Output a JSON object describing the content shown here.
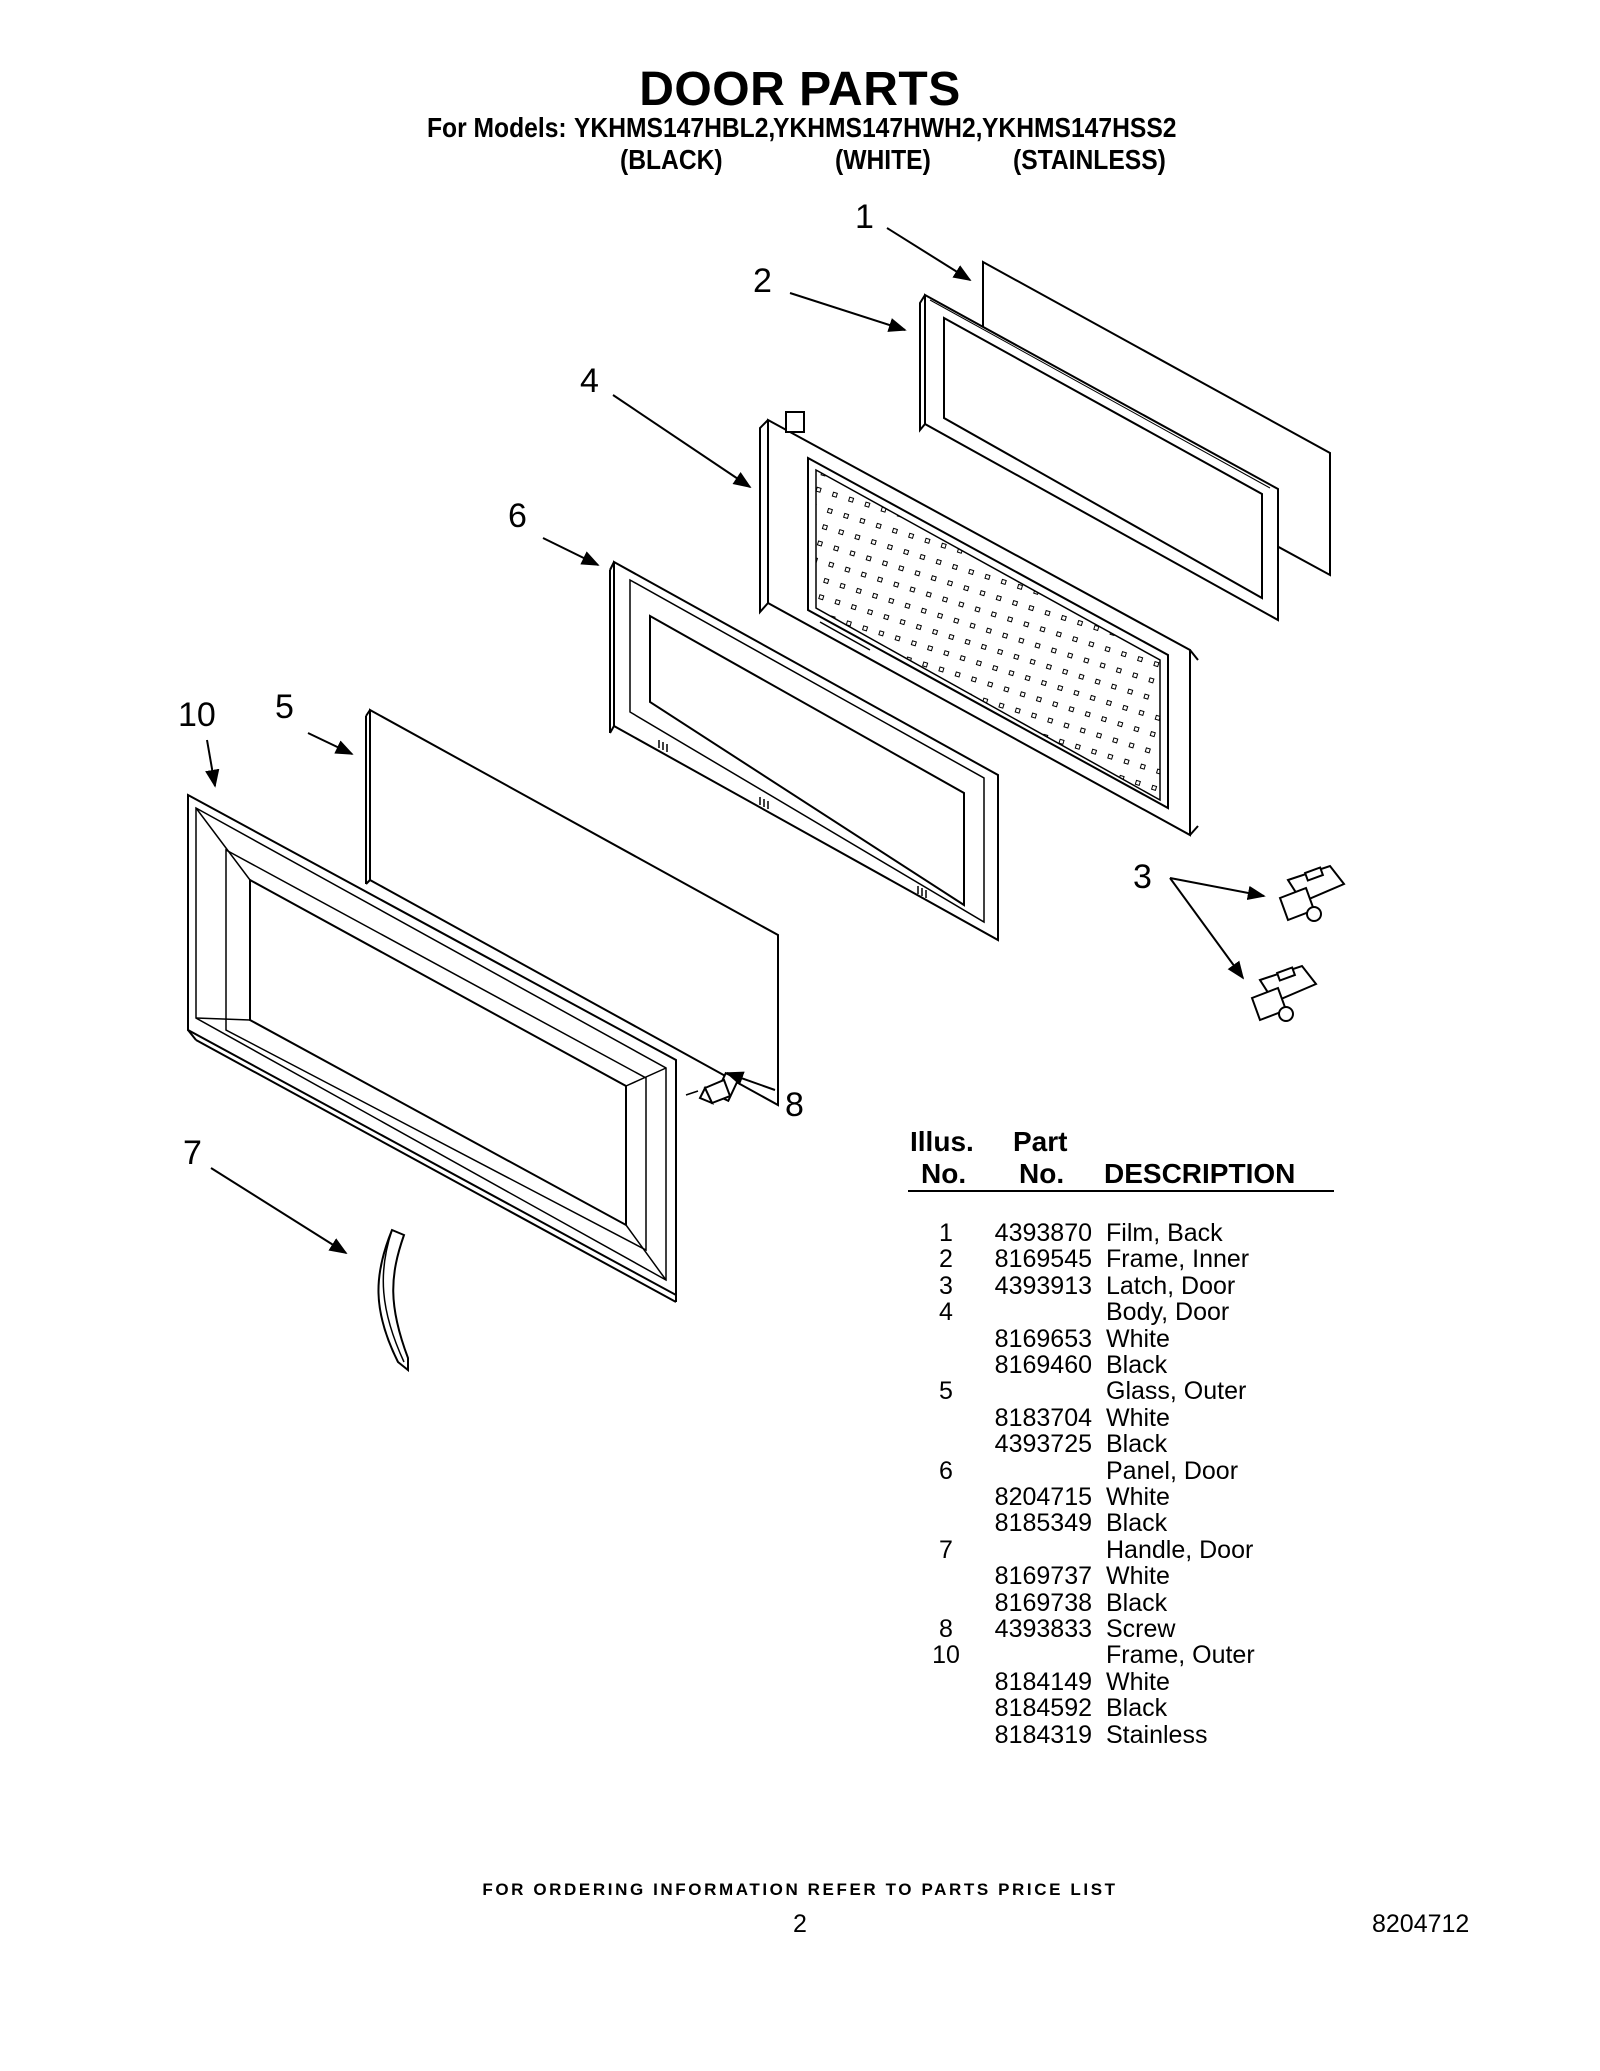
{
  "header": {
    "title": "DOOR PARTS",
    "models_prefix": "For Models:",
    "models": [
      "YKHMS147HBL2,",
      "YKHMS147HWH2,",
      "YKHMS147HSS2"
    ],
    "variants": [
      "(BLACK)",
      "(WHITE)",
      "(STAINLESS)"
    ]
  },
  "diagram": {
    "callouts": [
      "1",
      "2",
      "3",
      "4",
      "5",
      "6",
      "7",
      "8",
      "10"
    ]
  },
  "table": {
    "headers": {
      "illus_line1": "Illus.",
      "illus_line2": "No.",
      "part_line1": "Part",
      "part_line2": "No.",
      "description": "DESCRIPTION"
    },
    "rows": [
      {
        "no": "1",
        "part": "4393870",
        "desc": "Film, Back"
      },
      {
        "no": "2",
        "part": "8169545",
        "desc": "Frame, Inner"
      },
      {
        "no": "3",
        "part": "4393913",
        "desc": "Latch, Door"
      },
      {
        "no": "4",
        "part": "",
        "desc": "Body, Door"
      },
      {
        "no": "",
        "part": "8169653",
        "desc": "White"
      },
      {
        "no": "",
        "part": "8169460",
        "desc": "Black"
      },
      {
        "no": "5",
        "part": "",
        "desc": "Glass, Outer"
      },
      {
        "no": "",
        "part": "8183704",
        "desc": "White"
      },
      {
        "no": "",
        "part": "4393725",
        "desc": "Black"
      },
      {
        "no": "6",
        "part": "",
        "desc": "Panel, Door"
      },
      {
        "no": "",
        "part": "8204715",
        "desc": "White"
      },
      {
        "no": "",
        "part": "8185349",
        "desc": "Black"
      },
      {
        "no": "7",
        "part": "",
        "desc": "Handle, Door"
      },
      {
        "no": "",
        "part": "8169737",
        "desc": "White"
      },
      {
        "no": "",
        "part": "8169738",
        "desc": "Black"
      },
      {
        "no": "8",
        "part": "4393833",
        "desc": "Screw"
      },
      {
        "no": "10",
        "part": "",
        "desc": "Frame, Outer"
      },
      {
        "no": "",
        "part": "8184149",
        "desc": "White"
      },
      {
        "no": "",
        "part": "8184592",
        "desc": "Black"
      },
      {
        "no": "",
        "part": "8184319",
        "desc": "Stainless"
      }
    ]
  },
  "footer": {
    "note": "FOR ORDERING INFORMATION REFER TO PARTS PRICE LIST",
    "page_number": "2",
    "doc_number": "8204712"
  }
}
